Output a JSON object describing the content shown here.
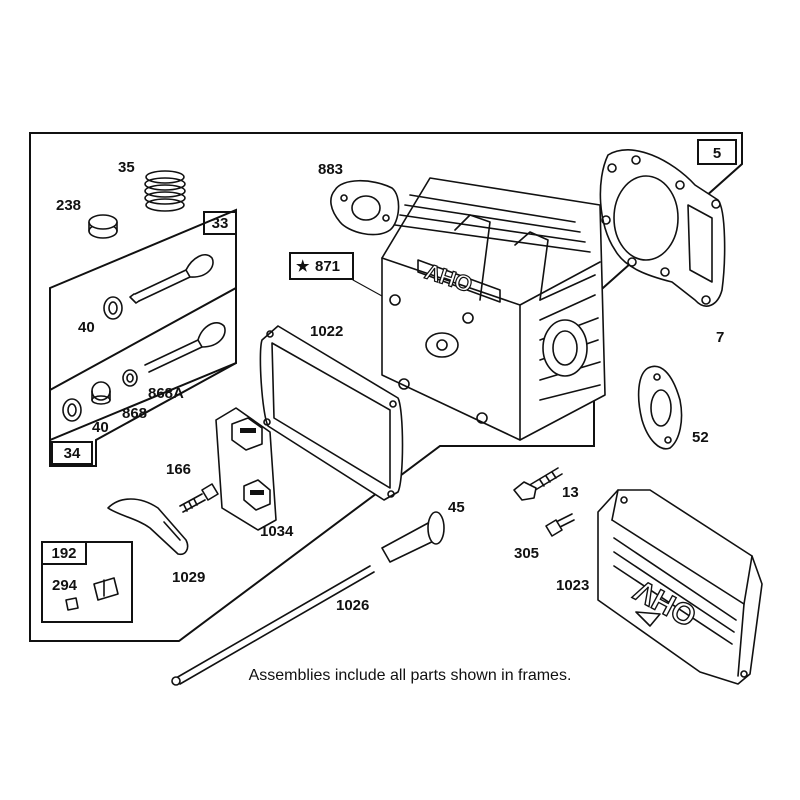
{
  "frame_labels": {
    "main": "5",
    "intake_valve": "33",
    "exhaust_valve": "34",
    "rocker": "192"
  },
  "part_labels": {
    "p35": "35",
    "p238": "238",
    "p883": "883",
    "p871": "871",
    "p1022": "1022",
    "p7": "7",
    "p52": "52",
    "p40a": "40",
    "p40b": "40",
    "p868a": "868A",
    "p868": "868",
    "p166": "166",
    "p1034": "1034",
    "p45": "45",
    "p13": "13",
    "p305": "305",
    "p1023": "1023",
    "p1029": "1029",
    "p294": "294",
    "p1026": "1026"
  },
  "emboss_text": "OHV",
  "caption": "Assemblies include all parts shown in frames."
}
